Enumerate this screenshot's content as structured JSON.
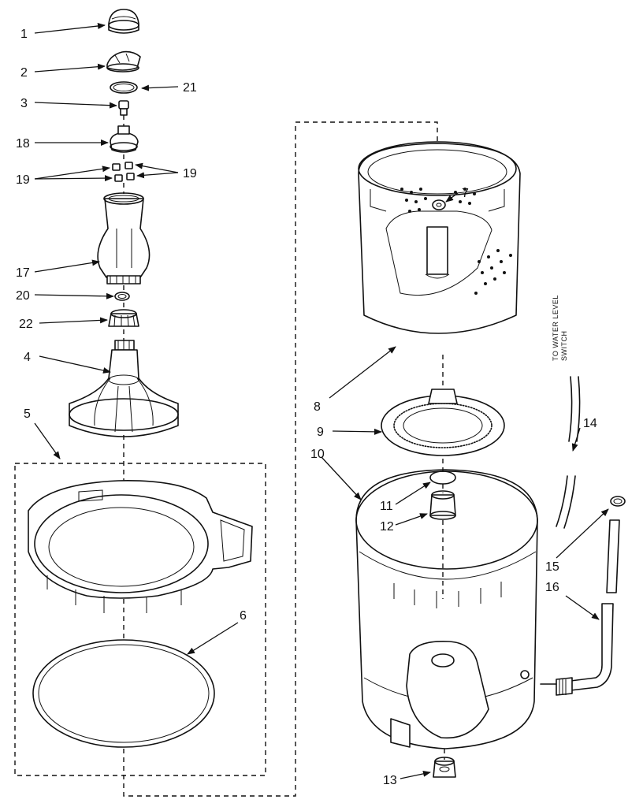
{
  "callouts": {
    "c1": "1",
    "c2": "2",
    "c3": "3",
    "c4": "4",
    "c5": "5",
    "c6": "6",
    "c7": "7",
    "c8": "8",
    "c9": "9",
    "c10": "10",
    "c11": "11",
    "c12": "12",
    "c13": "13",
    "c14": "14",
    "c15": "15",
    "c16": "16",
    "c17": "17",
    "c18": "18",
    "c19a": "19",
    "c19b": "19",
    "c20": "20",
    "c21": "21",
    "c22": "22"
  },
  "notes": {
    "water_level_line1": "TO WATER LEVEL",
    "water_level_line2": "SWITCH"
  }
}
